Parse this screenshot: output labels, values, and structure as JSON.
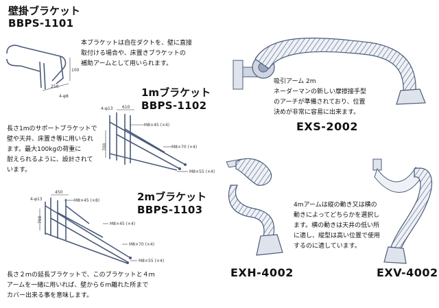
{
  "products": [
    {
      "title": "壁掛ブラケット",
      "model": "BBPS-1101",
      "description": "本ブラケットは自在ダクトを、壁に直接\n取付ける場合や、床置きブラケットの\n補助アームとして用いられます。",
      "dims": [
        "250",
        "100",
        "4-φ8"
      ]
    },
    {
      "title": "1mブラケット",
      "model": "BBPS-1102",
      "description": "長さ1mのサポートブラケットで\n壁や天井、床置き等に用いられ\nます。最大100kgの荷重に\n耐えられるように、設計されて\nいます。",
      "dims": [
        "4-φ13",
        "610",
        "M8×45 (×4)",
        "700",
        "M8×70 (×4)",
        "M8×55 (×4)"
      ]
    },
    {
      "title": "2mブラケット",
      "model": "BBPS-1103",
      "description": "長さ２ｍの延長ブラケットで、このブラケットと４ｍ\nアームを一緒に用いれば、壁から６ｍ離れた所まで\nカバー出来る事を意味します。",
      "dims": [
        "4-φ13",
        "450",
        "M8×45 (×8)",
        "700",
        "M8×45 (×4)",
        "M8×70 (×4)",
        "M8×55 (×4)"
      ]
    },
    {
      "model": "EXS-2002",
      "description": "吸引アーム 2m\nネーダーマンの新しい摩擦接手型\nのアーチが準備されており、位置\n決めが非常に容易に出来ます。"
    },
    {
      "model": "EXH-4002",
      "description": "4mアームは縦の動き又は横の\n動きによってどちらかを選択し\nます。横の動きは天井の低い所\nに適し、縦型は高い位置で使用\nするのに適しています。"
    },
    {
      "model": "EXV-4002"
    }
  ]
}
